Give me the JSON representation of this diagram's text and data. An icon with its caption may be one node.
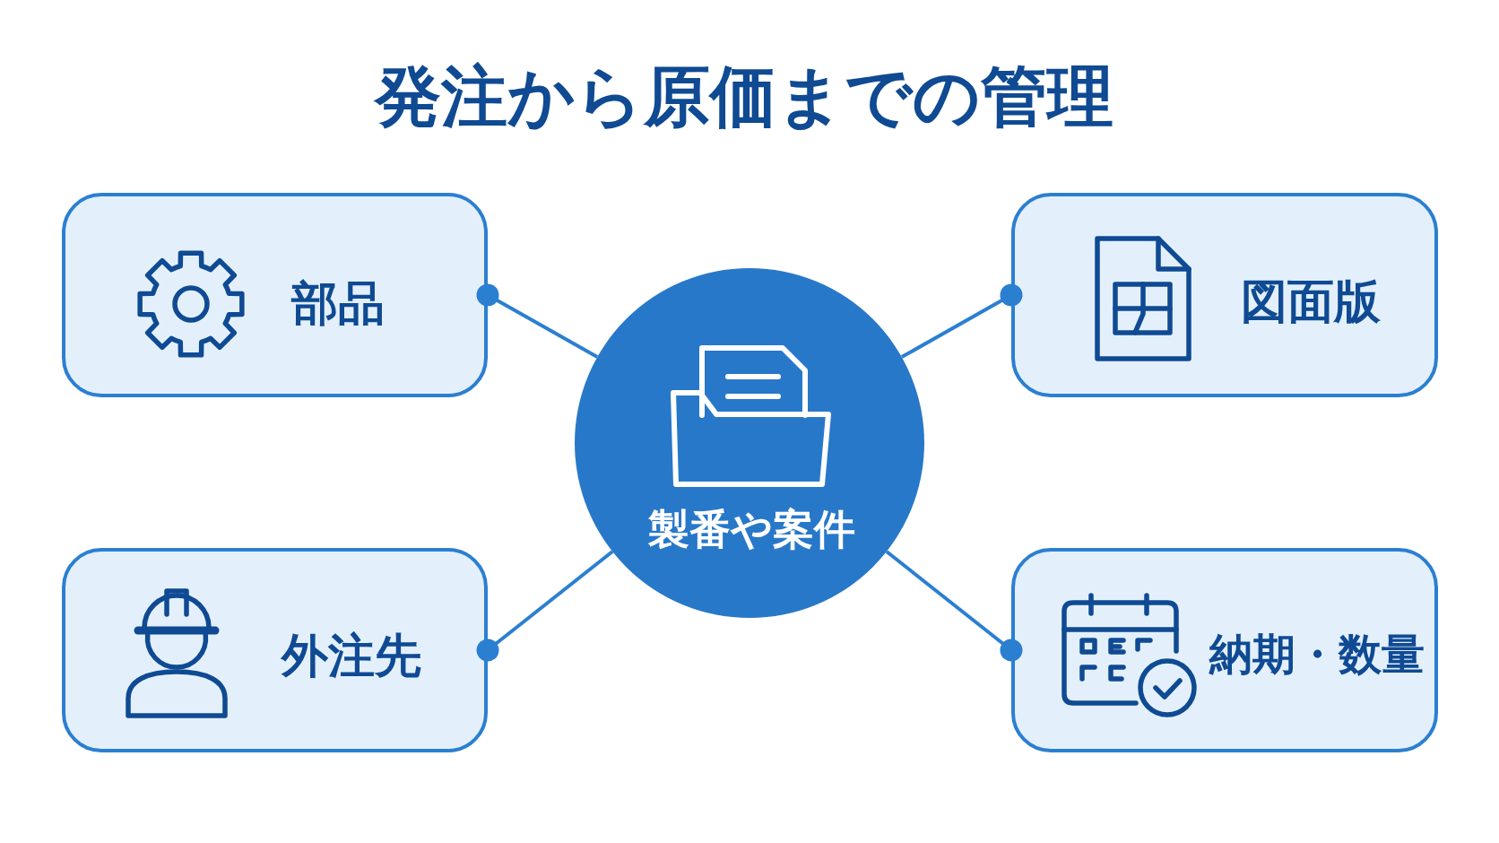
{
  "diagram": {
    "title": "発注から原価までの管理",
    "nodes": [
      {
        "text": [
          "部品"
        ]
      },
      {
        "text": [
          "図面版"
        ]
      },
      {
        "text": [
          "製番や案件"
        ]
      },
      {
        "text": [
          "外注先"
        ]
      },
      {
        "text": [
          "納期・数量"
        ]
      }
    ],
    "edges": [
      {
        "from": 2,
        "to": 0,
        "arrow": "other"
      },
      {
        "from": 2,
        "to": 1,
        "arrow": "other"
      },
      {
        "from": 2,
        "to": 3,
        "arrow": "other"
      },
      {
        "from": 2,
        "to": 4,
        "arrow": "other"
      }
    ]
  }
}
